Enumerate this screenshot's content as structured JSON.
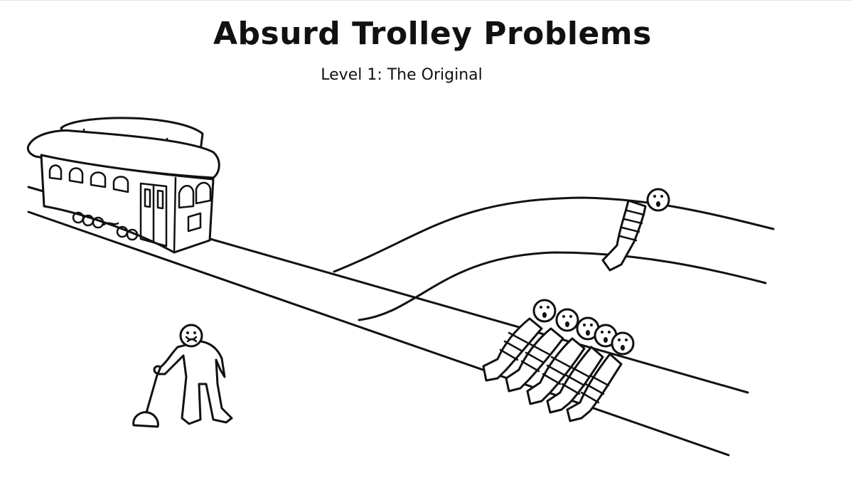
{
  "game": {
    "title": "Absurd Trolley Problems",
    "level_label": "Level 1: The Original"
  },
  "scene": {
    "main_track_victims": 5,
    "side_track_victims": 1,
    "icons": [
      "trolley-icon",
      "lever-icon",
      "person-icon"
    ]
  },
  "colors": {
    "background": "#ffffff",
    "ink": "#111111"
  }
}
